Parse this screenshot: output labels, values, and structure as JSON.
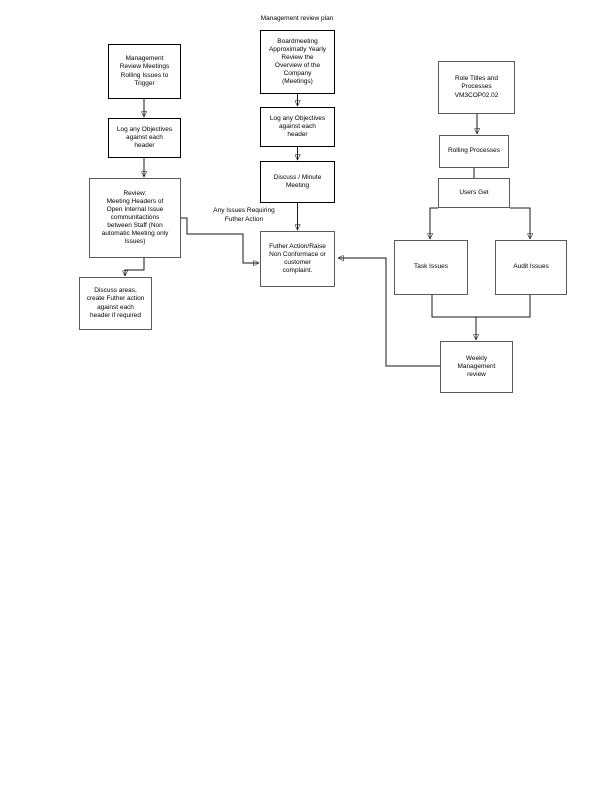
{
  "page": {
    "title": "Management review plan",
    "background": "#ffffff"
  },
  "colors": {
    "box_border_black": "#000000",
    "box_border_gray": "#5a5a5a",
    "connector_line": "#1a1a1a",
    "text": "#000000"
  },
  "nodes": [
    {
      "id": "management-review-meetings",
      "label": "Management\nReview Meetings\nRolling Issues to\nTrigger"
    },
    {
      "id": "log-objectives-left",
      "label": "Log any Objectives\nagainst each\nheader"
    },
    {
      "id": "review-meeting-headers",
      "label": "Review:\nMeeting Headers of\nOpen Internal Issue\ncommunitactions\nbetween Staff (Non\nautomatic Meeting only\nIssues)"
    },
    {
      "id": "discuss-areas",
      "label": "Discuss areas,\ncreate Futher action\nagainst each\nheader if required"
    },
    {
      "id": "boardmeeting",
      "label": "Boardmeeting\nApproximatly Yearly\nReview the\nOverview of the\nCompany\n(Meetings)"
    },
    {
      "id": "log-objectives-middle",
      "label": "Log any Objectives\nagainst each\nheader"
    },
    {
      "id": "discuss-minute-meeting",
      "label": "Discuss / Minute\nMeeting"
    },
    {
      "id": "futher-action-raise",
      "label": "Futher Action/Raise\nNon Conformace or\ncustomer\ncomplaint."
    },
    {
      "id": "role-titles-processes",
      "label": "Role Titles and\nProcesses\nVM3COP02.02"
    },
    {
      "id": "rolling-processes",
      "label": "Rolling Processes"
    },
    {
      "id": "users-get",
      "label": "Users Get"
    },
    {
      "id": "task-issues",
      "label": "Task Issues"
    },
    {
      "id": "audit-issues",
      "label": "Audit Issues"
    },
    {
      "id": "weekly-management-review",
      "label": "Weekly\nManagement\nreview"
    }
  ],
  "edge_labels": [
    {
      "id": "any-issues-requiring",
      "label": "Any Issues Requiring\nFuther Action"
    }
  ]
}
